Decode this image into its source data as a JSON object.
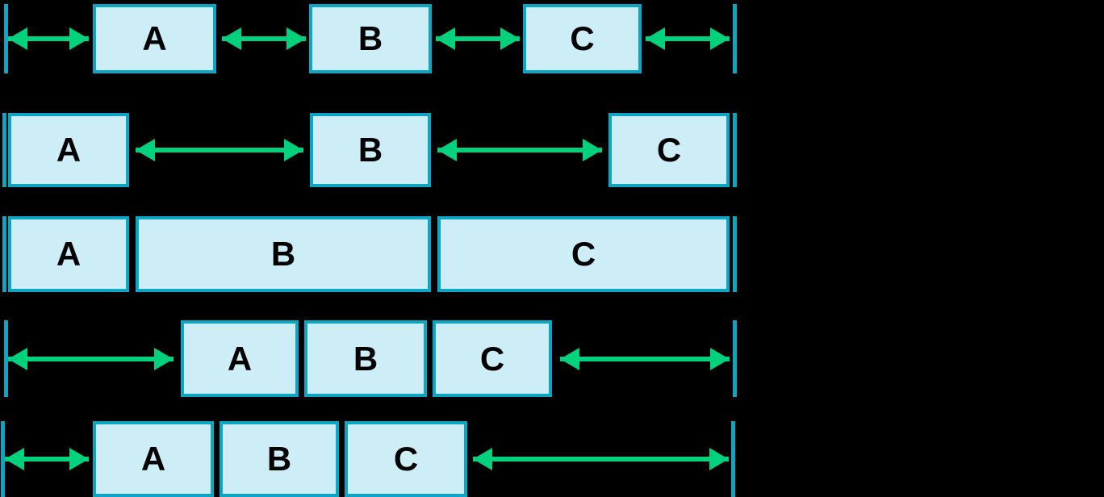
{
  "figure": {
    "colors": {
      "bg": "#000000",
      "boxFill": "#cdeef6",
      "boxBorder": "#0ca6c4",
      "arrow": "#00d17c",
      "label": "#000000"
    },
    "rows": [
      {
        "id": "row-1",
        "boxes": [
          "A",
          "B",
          "C"
        ]
      },
      {
        "id": "row-2",
        "boxes": [
          "A",
          "B",
          "C"
        ]
      },
      {
        "id": "row-3",
        "boxes": [
          "A",
          "B",
          "C"
        ]
      },
      {
        "id": "row-4",
        "boxes": [
          "A",
          "B",
          "C"
        ]
      },
      {
        "id": "row-5",
        "boxes": [
          "A",
          "B",
          "C"
        ]
      }
    ]
  }
}
